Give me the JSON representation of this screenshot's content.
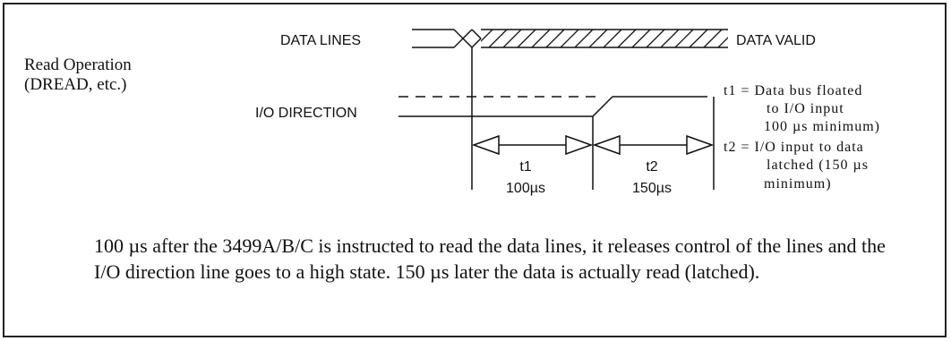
{
  "operation": {
    "title": "Read Operation",
    "subtitle": "(DREAD, etc.)"
  },
  "signals": {
    "data_lines": "DATA LINES",
    "data_valid": "DATA VALID",
    "io_direction": "I/O DIRECTION"
  },
  "intervals": [
    {
      "name": "t1",
      "duration": "100µs"
    },
    {
      "name": "t2",
      "duration": "150µs"
    }
  ],
  "notes": {
    "t1": [
      "t1 = Data bus floated",
      "to I/O input",
      "100 µs minimum)"
    ],
    "t2": [
      "t2 = I/O input to data",
      "latched (150 µs",
      "minimum)"
    ]
  },
  "description": "100 µs after the 3499A/B/C is instructed to read the data lines, it releases control of the lines and the I/O direction line goes to a high state. 150 µs later the data is actually read (latched)."
}
